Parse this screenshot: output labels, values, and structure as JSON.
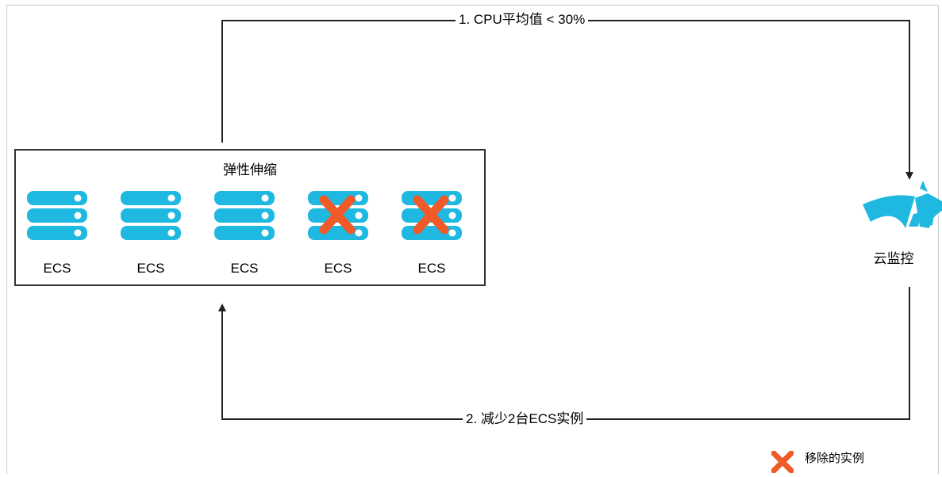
{
  "diagram": {
    "flow_top_label": "1.  CPU平均值 < 30%",
    "flow_bottom_label": "2.  减少2台ECS实例",
    "group": {
      "title": "弹性伸缩",
      "instances": [
        {
          "label": "ECS",
          "removed": false
        },
        {
          "label": "ECS",
          "removed": false
        },
        {
          "label": "ECS",
          "removed": false
        },
        {
          "label": "ECS",
          "removed": true
        },
        {
          "label": "ECS",
          "removed": true
        }
      ]
    },
    "monitor": {
      "label": "云监控"
    },
    "legend": {
      "removed_label": "移除的实例"
    },
    "colors": {
      "server": "#1fb8e0",
      "remove_mark": "#f05a28",
      "line": "#222222",
      "box_border": "#333333"
    }
  }
}
